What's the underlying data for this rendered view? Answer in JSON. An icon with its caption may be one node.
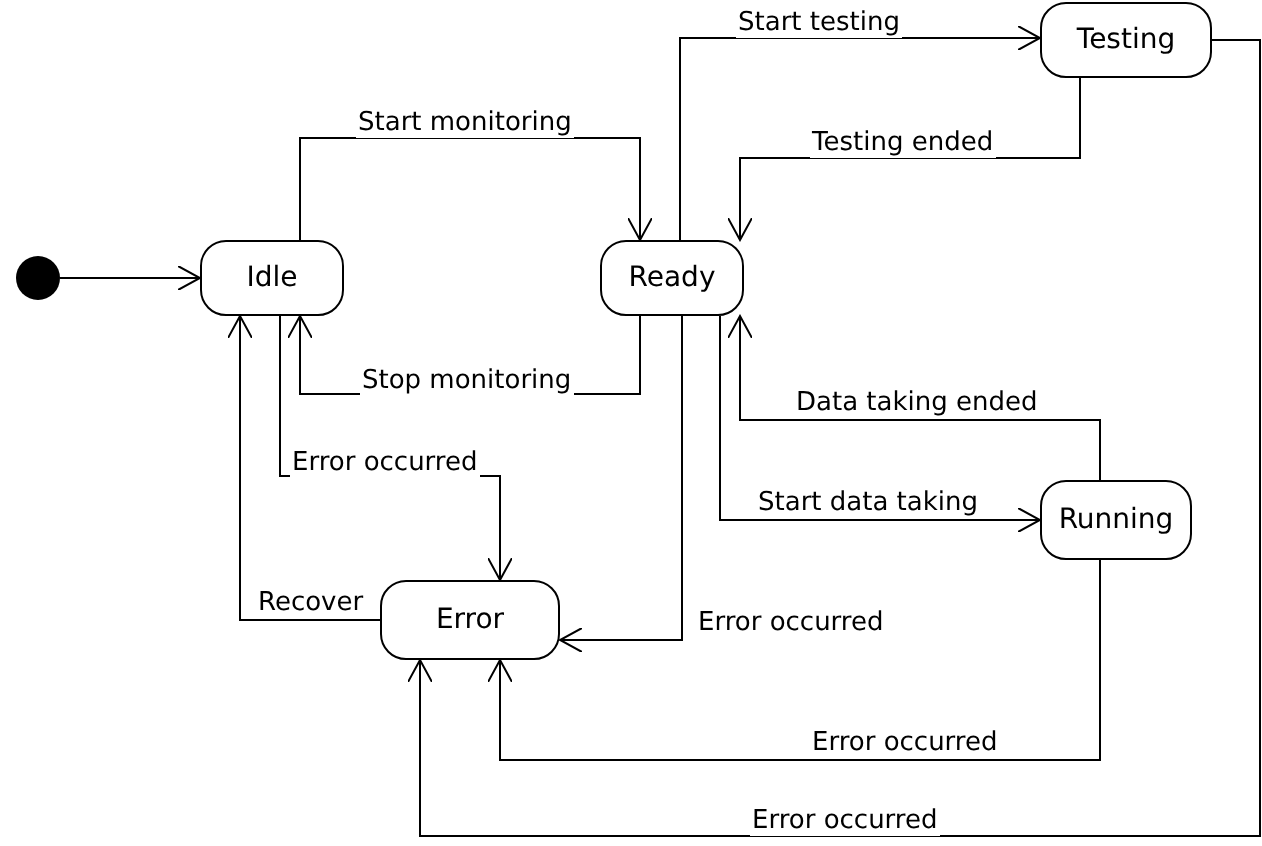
{
  "diagram": {
    "nodes": [
      {
        "text": [],
        "shape": "circle"
      },
      {
        "text": [
          "Idle"
        ]
      },
      {
        "text": [
          "Ready"
        ]
      },
      {
        "text": [
          "Testing"
        ]
      },
      {
        "text": [
          "Running"
        ]
      },
      {
        "text": [
          "Error"
        ]
      }
    ],
    "edges": [
      {
        "from": 0,
        "to": 1,
        "arrow": "to"
      },
      {
        "from": 1,
        "to": 2,
        "arrow": "to",
        "label": "Start monitoring"
      },
      {
        "from": 2,
        "to": 1,
        "arrow": "to",
        "label": "Stop monitoring"
      },
      {
        "from": 1,
        "to": 5,
        "arrow": "to",
        "label": "Error occurred"
      },
      {
        "from": 5,
        "to": 1,
        "arrow": "to",
        "label": "Recover"
      },
      {
        "from": 2,
        "to": 3,
        "arrow": "to",
        "label": "Start testing"
      },
      {
        "from": 3,
        "to": 2,
        "arrow": "to",
        "label": "Testing ended"
      },
      {
        "from": 2,
        "to": 4,
        "arrow": "to",
        "label": "Start data taking"
      },
      {
        "from": 4,
        "to": 2,
        "arrow": "to",
        "label": "Data taking ended"
      },
      {
        "from": 2,
        "to": 5,
        "arrow": "to",
        "label": "Error occurred"
      },
      {
        "from": 4,
        "to": 5,
        "arrow": "to",
        "label": "Error occurred"
      },
      {
        "from": 3,
        "to": 5,
        "arrow": "to",
        "label": "Error occurred"
      }
    ]
  }
}
